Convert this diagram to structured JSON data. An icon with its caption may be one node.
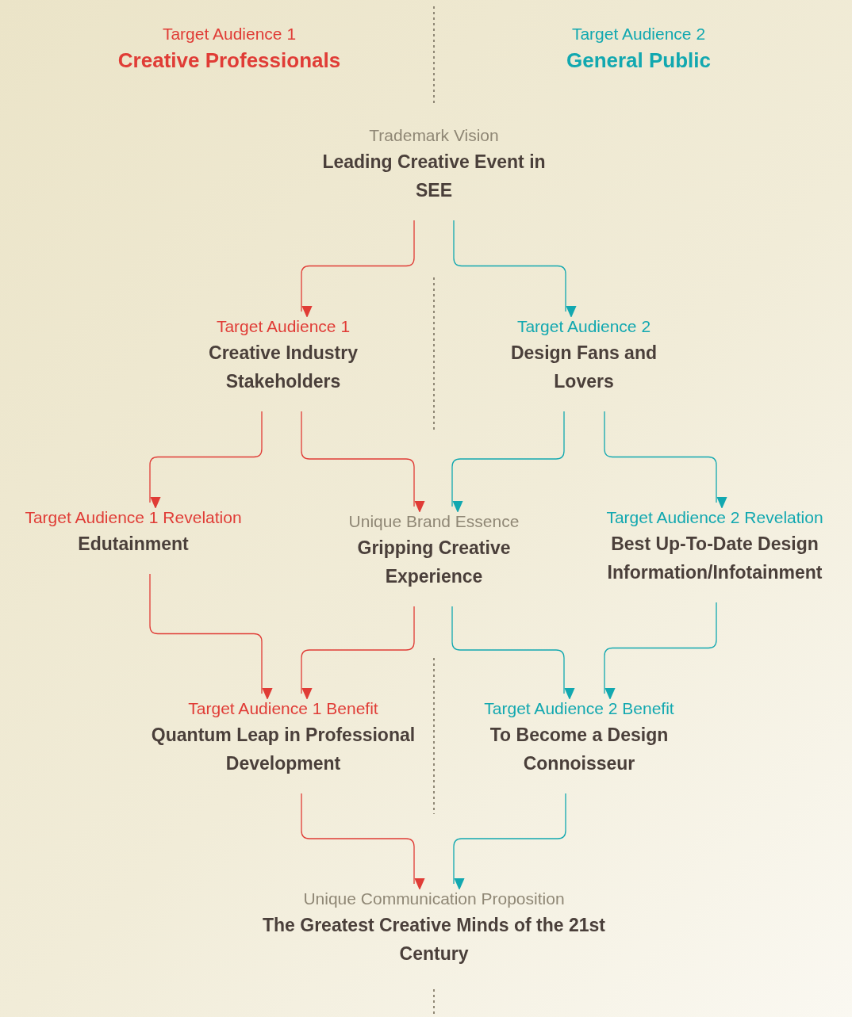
{
  "diagram": {
    "nodes": [
      {
        "text": [
          "Target Audience 1",
          "Creative Professionals"
        ]
      },
      {
        "text": [
          "Target Audience 2",
          "General Public"
        ]
      },
      {
        "text": [
          "Trademark Vision",
          "Leading Creative Event in SEE"
        ]
      },
      {
        "text": [
          "Target Audience 1",
          "Creative Industry Stakeholders"
        ]
      },
      {
        "text": [
          "Target Audience 2",
          "Design Fans and Lovers"
        ]
      },
      {
        "text": [
          "Target Audience 1 Revelation",
          "Edutainment"
        ]
      },
      {
        "text": [
          "Unique Brand Essence",
          "Gripping Creative Experience"
        ]
      },
      {
        "text": [
          "Target Audience 2 Revelation",
          "Best Up-To-Date Design Information/Infotainment"
        ]
      },
      {
        "text": [
          "Target Audience 1 Benefit",
          "Quantum Leap in Professional Development"
        ]
      },
      {
        "text": [
          "Target Audience 2 Benefit",
          "To Become a Design Connoisseur"
        ]
      },
      {
        "text": [
          "Unique Communication Proposition",
          "The Greatest Creative Minds of the 21st Century"
        ]
      }
    ],
    "edges": [
      {
        "from": 2,
        "to": 3,
        "arrow": "to",
        "color": "#e03c36"
      },
      {
        "from": 2,
        "to": 4,
        "arrow": "to",
        "color": "#12a8b0"
      },
      {
        "from": 3,
        "to": 5,
        "arrow": "to",
        "color": "#e03c36"
      },
      {
        "from": 3,
        "to": 6,
        "arrow": "to",
        "color": "#e03c36"
      },
      {
        "from": 4,
        "to": 6,
        "arrow": "to",
        "color": "#12a8b0"
      },
      {
        "from": 4,
        "to": 7,
        "arrow": "to",
        "color": "#12a8b0"
      },
      {
        "from": 5,
        "to": 8,
        "arrow": "to",
        "color": "#e03c36"
      },
      {
        "from": 6,
        "to": 8,
        "arrow": "to",
        "color": "#e03c36"
      },
      {
        "from": 6,
        "to": 9,
        "arrow": "to",
        "color": "#12a8b0"
      },
      {
        "from": 7,
        "to": 9,
        "arrow": "to",
        "color": "#12a8b0"
      },
      {
        "from": 8,
        "to": 10,
        "arrow": "to",
        "color": "#e03c36"
      },
      {
        "from": 9,
        "to": 10,
        "arrow": "to",
        "color": "#12a8b0"
      }
    ]
  }
}
